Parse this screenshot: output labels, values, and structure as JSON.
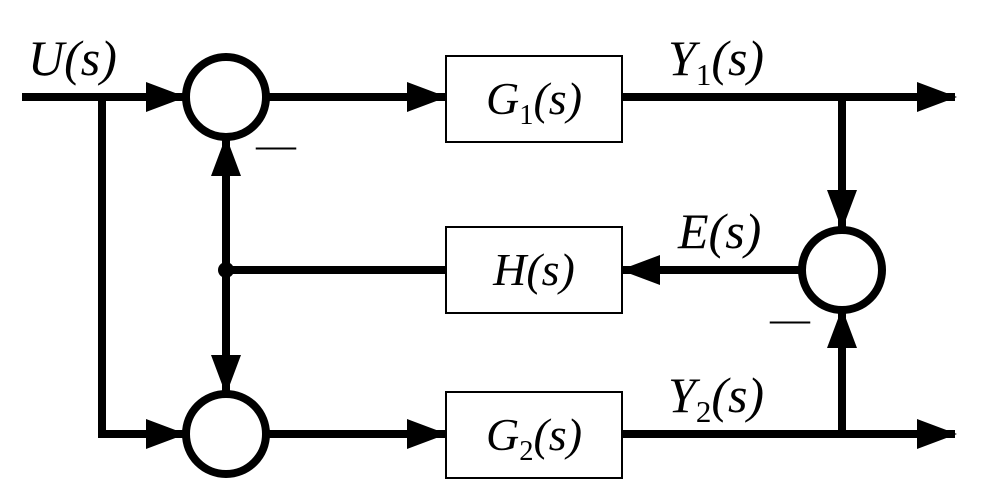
{
  "diagram": {
    "signals": {
      "input": "U(s)",
      "output1": "Y1(s)",
      "output2": "Y2(s)",
      "error": "E(s)"
    },
    "blocks": {
      "g1": "G1(s)",
      "g2": "G2(s)",
      "h": "H(s)"
    },
    "signs": {
      "sum_top_feedback": "—",
      "sum_right_lower": "—"
    }
  }
}
